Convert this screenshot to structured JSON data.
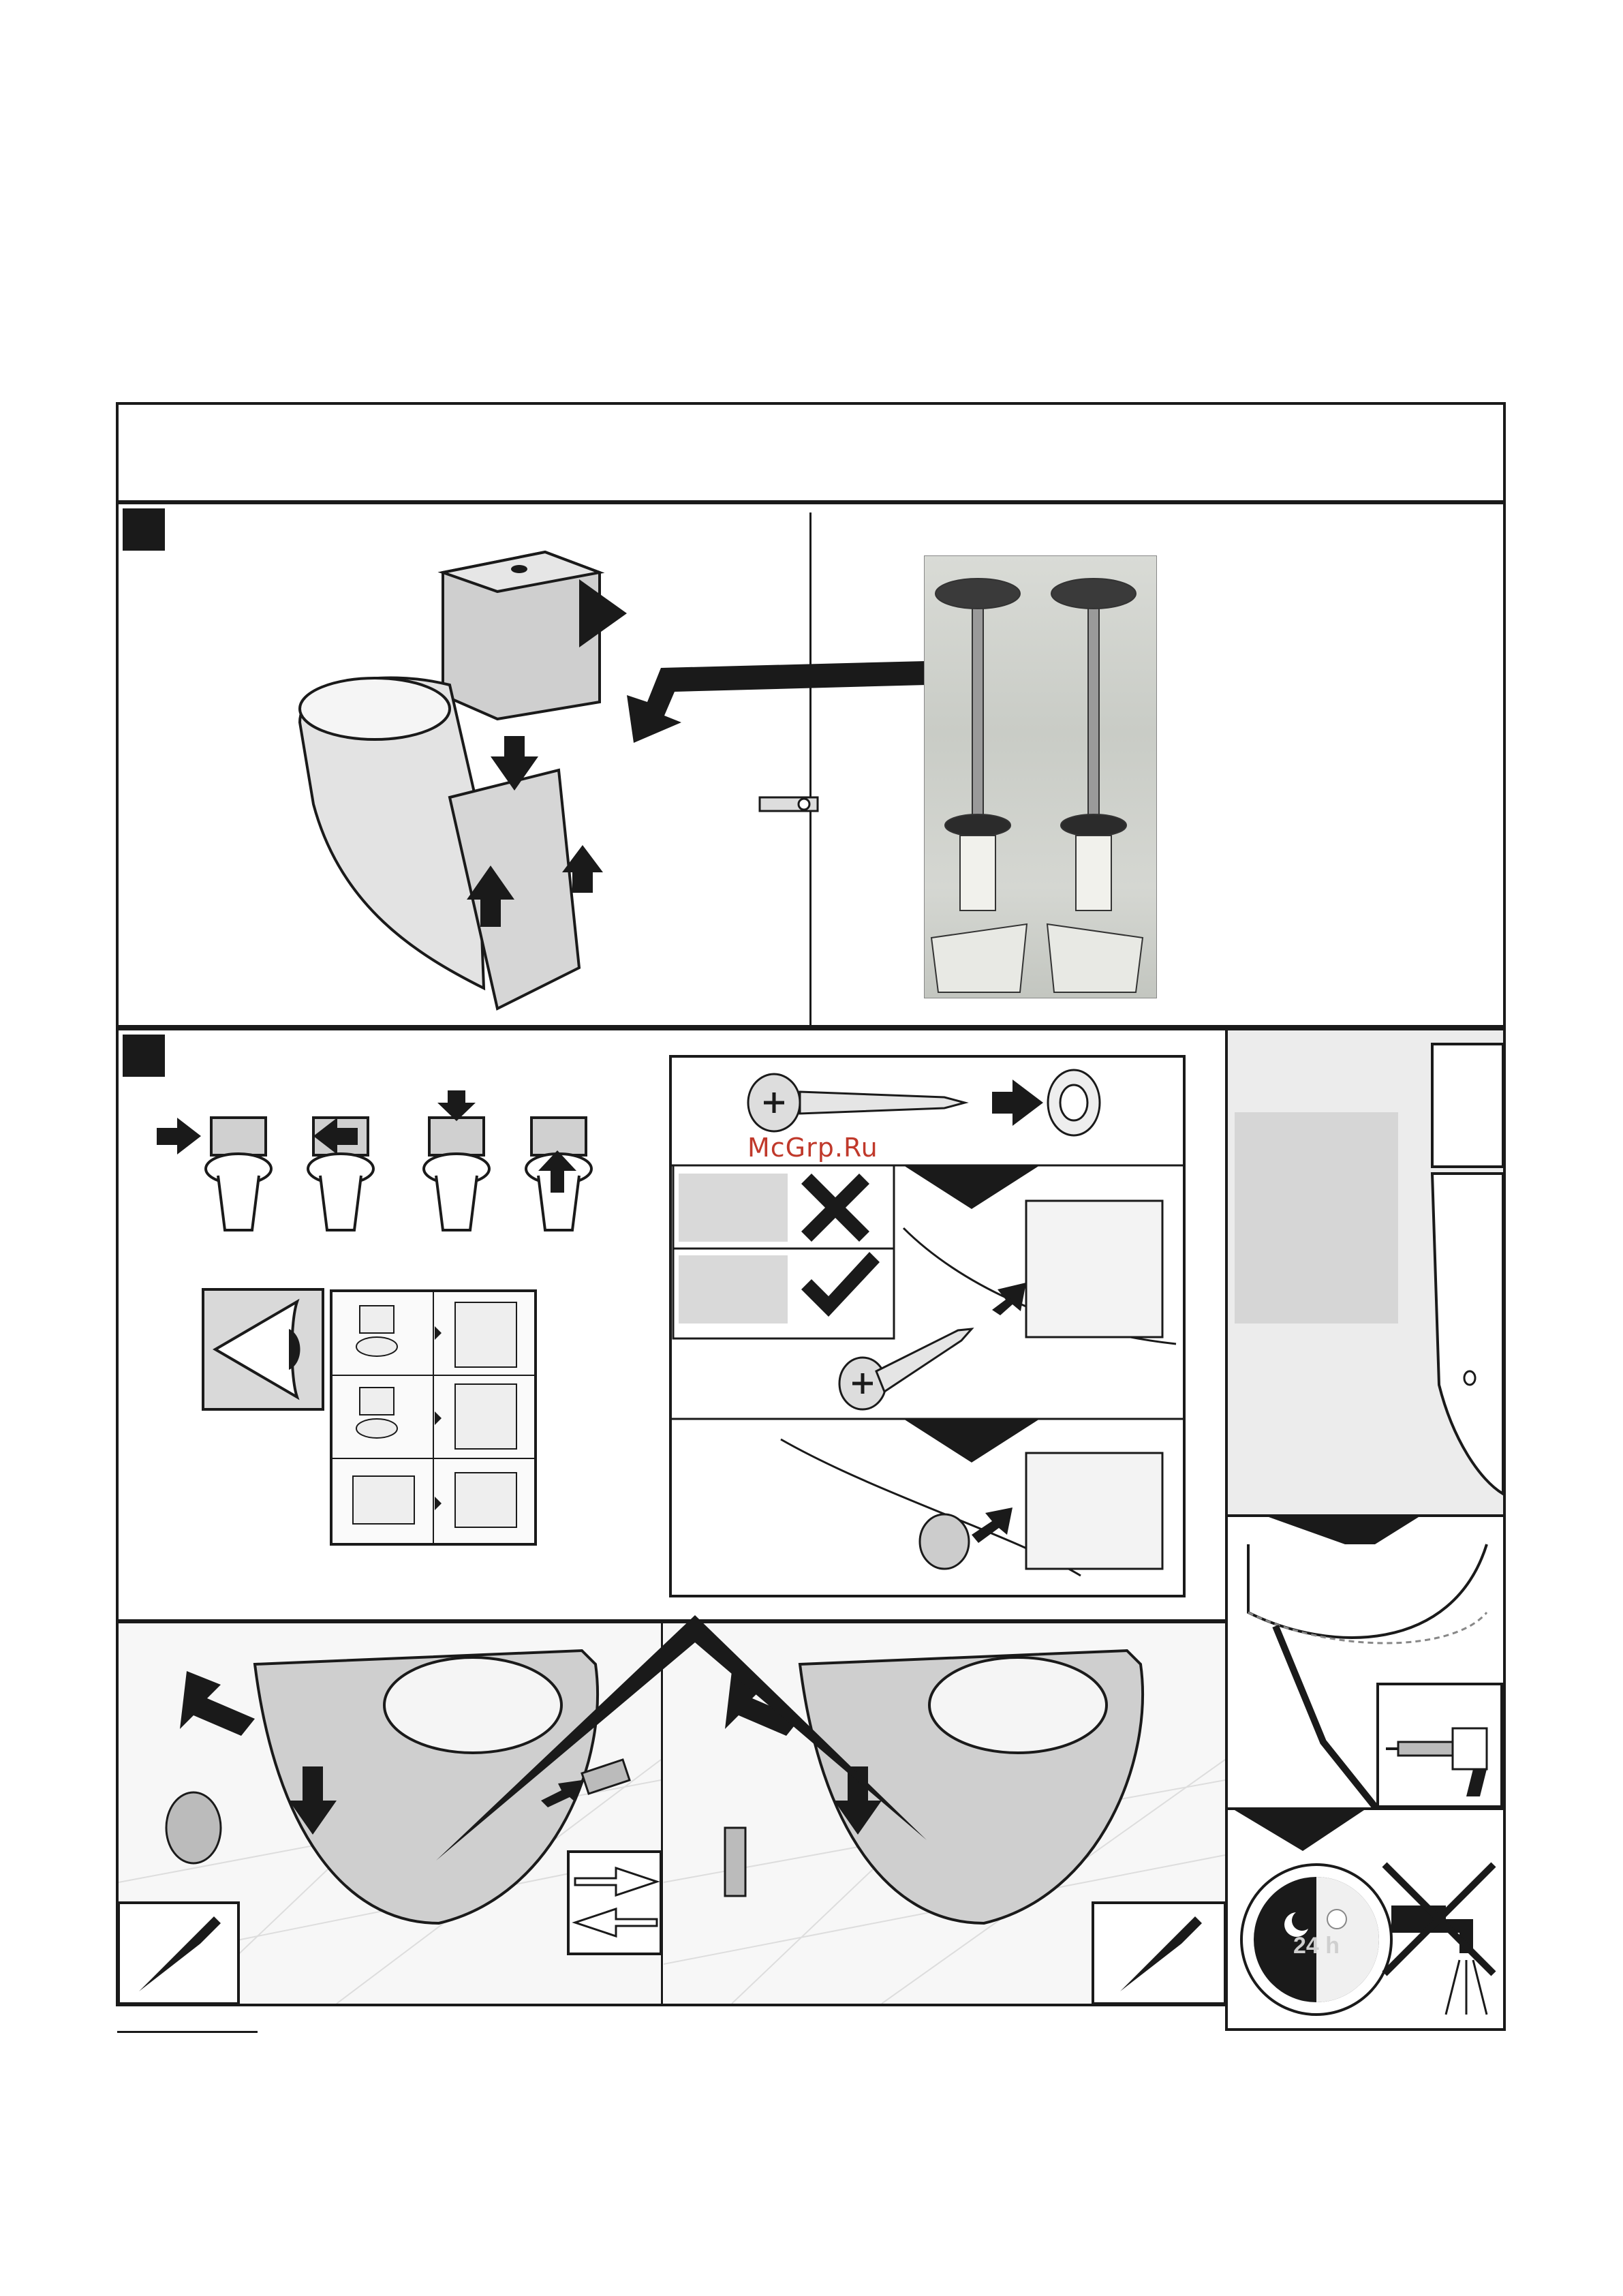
{
  "watermark": "McGrp.Ru",
  "labels": {
    "timer": "24 h"
  },
  "icons": {
    "step_badge": "step-number-square",
    "arrow": "push-arrow-icon",
    "eye": "eye-icon",
    "wrong": "cross-icon",
    "right": "check-icon",
    "screwdriver": "screwdriver-icon",
    "caulk_gun": "caulk-gun-icon",
    "hands": "hands-icon",
    "no_water": "no-water-tap-icon",
    "clock": "moon-sun-clock-icon"
  },
  "colors": {
    "line": "#1a1a1a",
    "watermark": "#c0392b",
    "shade": "#d9d9d9"
  }
}
